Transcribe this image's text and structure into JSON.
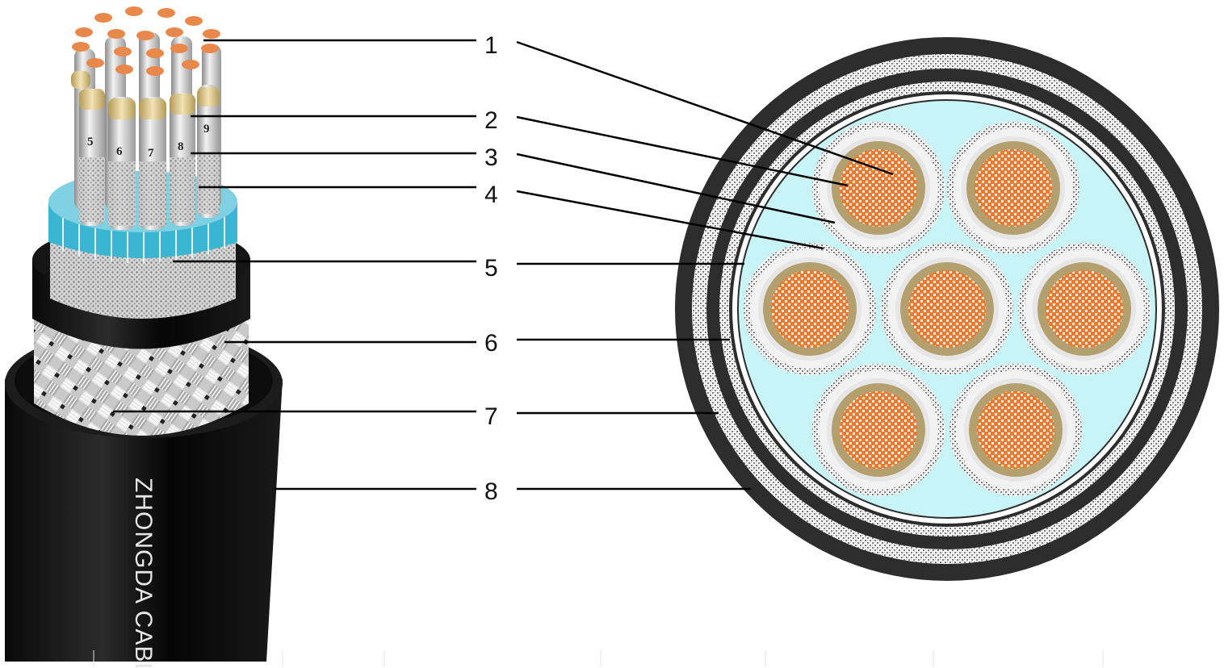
{
  "brand": "ZHONGDA CABLE",
  "core_numbers": [
    "5",
    "6",
    "7",
    "8",
    "9"
  ],
  "callouts": [
    {
      "number": "1"
    },
    {
      "number": "2"
    },
    {
      "number": "3"
    },
    {
      "number": "4"
    },
    {
      "number": "5"
    },
    {
      "number": "6"
    },
    {
      "number": "7"
    },
    {
      "number": "8"
    }
  ],
  "colors": {
    "conductor": "#f07a2b",
    "insulation_tape": "#b3a06e",
    "inner_sheath": "#c8f4f7",
    "screen_pattern": "#9a9a9a",
    "outer_sheath": "#2d2d2d",
    "leader_line": "#000000"
  }
}
